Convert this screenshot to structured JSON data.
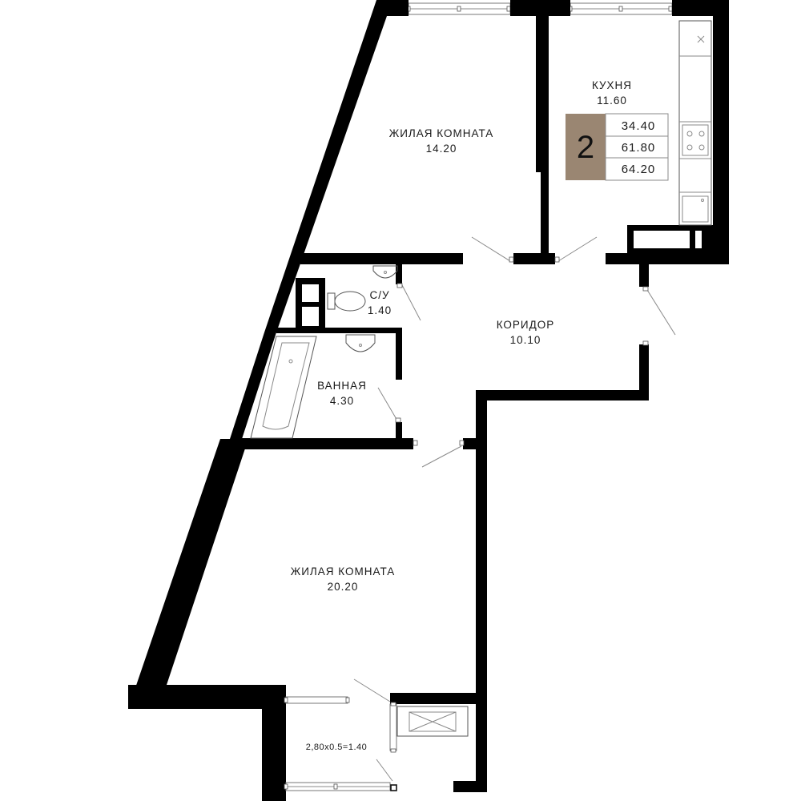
{
  "rooms": {
    "living1": {
      "name": "ЖИЛАЯ КОМНАТА",
      "area": "14.20"
    },
    "kitchen": {
      "name": "КУХНЯ",
      "area": "11.60"
    },
    "wc": {
      "name": "С/У",
      "area": "1.40"
    },
    "corridor": {
      "name": "КОРИДОР",
      "area": "10.10"
    },
    "bathroom": {
      "name": "ВАННАЯ",
      "area": "4.30"
    },
    "living2": {
      "name": "ЖИЛАЯ КОМНАТА",
      "area": "20.20"
    },
    "balcony": {
      "formula": "2,80x0.5=1.40"
    }
  },
  "legend": {
    "rooms_count": "2",
    "living_area": "34.40",
    "total_area": "61.80",
    "full_area": "64.20",
    "accent_color": "#9a8672"
  }
}
